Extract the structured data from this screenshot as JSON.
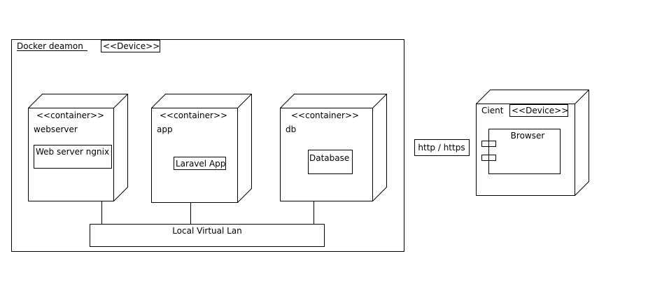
{
  "docker": {
    "title": "Docker deamon",
    "stereotype": "<<Device>>"
  },
  "containers": [
    {
      "stereotype": "<<container>>",
      "name": "webserver",
      "component": "Web server ngnix"
    },
    {
      "stereotype": "<<container>>",
      "name": "app",
      "component": "Laravel App"
    },
    {
      "stereotype": "<<container>>",
      "name": "db",
      "component": "Database"
    }
  ],
  "lan": {
    "label": "Local Virtual Lan"
  },
  "connection": {
    "label": "http / https"
  },
  "client": {
    "title": "Cient",
    "stereotype": "<<Device>>",
    "component": "Browser"
  }
}
